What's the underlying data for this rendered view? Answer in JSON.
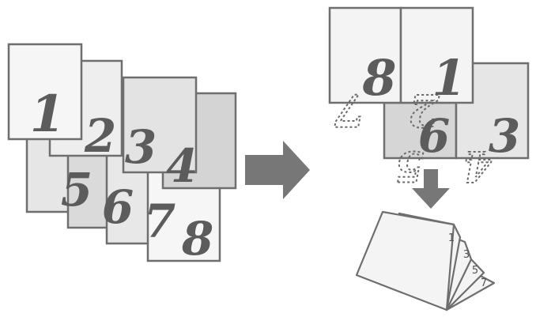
{
  "source_pages": [
    {
      "label": "1",
      "fill": "#f6f6f6"
    },
    {
      "label": "2",
      "fill": "#eeeeee"
    },
    {
      "label": "3",
      "fill": "#e3e3e3"
    },
    {
      "label": "4",
      "fill": "#d4d4d4"
    },
    {
      "label": "5",
      "fill": "#e6e6e6"
    },
    {
      "label": "6",
      "fill": "#dadada"
    },
    {
      "label": "7",
      "fill": "#e8e8e8"
    },
    {
      "label": "8",
      "fill": "#f6f6f6"
    }
  ],
  "sheet_top": {
    "left": {
      "label": "8",
      "ghost": "7",
      "fill": "#f4f4f4"
    },
    "right": {
      "label": "1",
      "ghost": "2",
      "fill": "#f4f4f4"
    }
  },
  "sheet_bottom": {
    "left": {
      "label": "6",
      "ghost": "5",
      "fill": "#d6d6d6"
    },
    "right": {
      "label": "3",
      "ghost": "4",
      "fill": "#e6e6e6"
    }
  },
  "booklet_tabs": [
    "1",
    "3",
    "5",
    "7"
  ],
  "colors": {
    "arrow": "#777777",
    "outline": "#6e6e6e",
    "number": "#5c5c5c"
  }
}
